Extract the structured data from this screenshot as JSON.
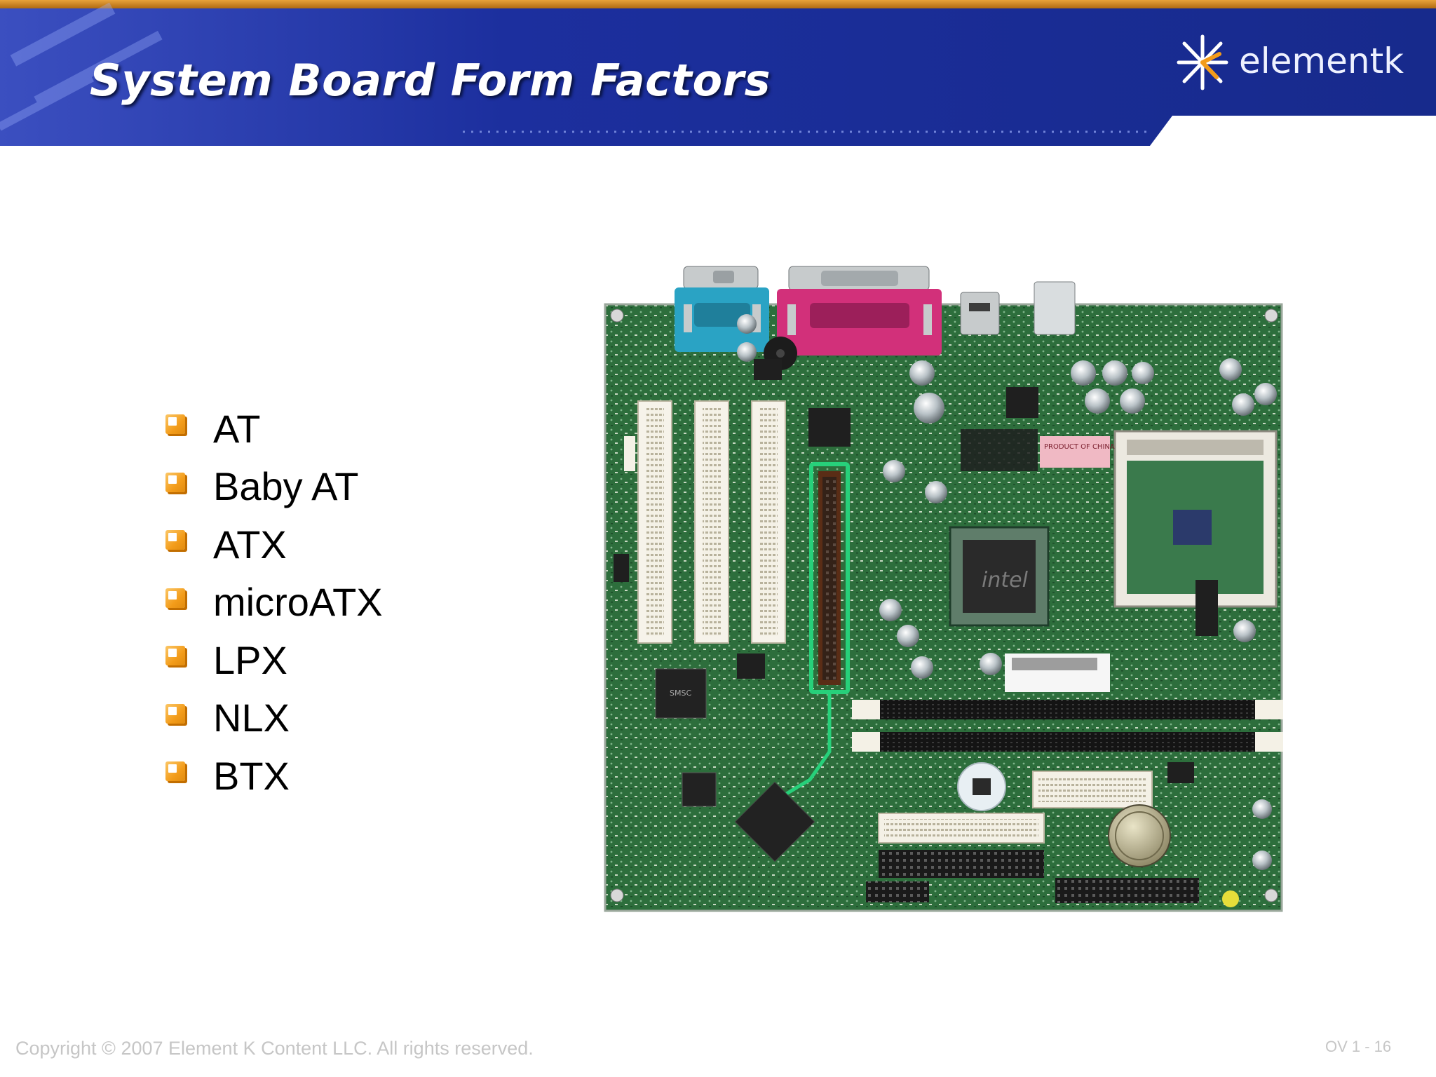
{
  "slide": {
    "title": "System Board Form Factors",
    "brand": "elementk",
    "bullets": [
      "AT",
      "Baby AT",
      "ATX",
      "microATX",
      "LPX",
      "NLX",
      "BTX"
    ],
    "image": {
      "subject": "motherboard-photo",
      "labels": {
        "product_of_china": "PRODUCT OF CHINA",
        "chipset": "intel",
        "controller": "SMSC"
      }
    },
    "footer": {
      "copyright": "Copyright © 2007 Element K Content LLC. All rights reserved.",
      "page": "OV 1 - 16"
    },
    "colors": {
      "header_blue": "#1b2f96",
      "accent_orange": "#f39c1a",
      "board_green": "#2b6b3a",
      "serial_port": "#2aa3c4",
      "parallel_port": "#d2307a"
    }
  }
}
